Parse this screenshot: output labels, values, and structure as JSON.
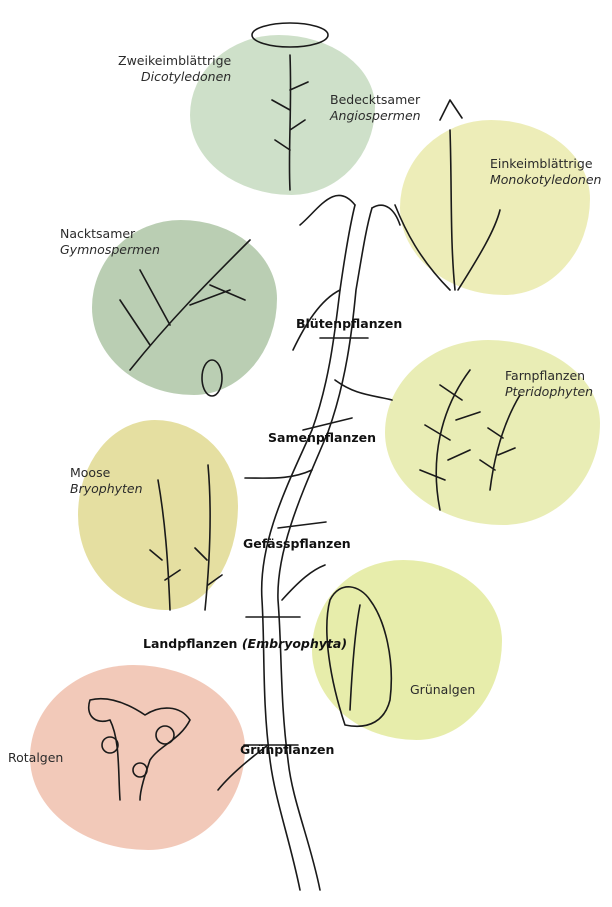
{
  "colors": {
    "sage": "#b7cfae",
    "olive": "#d9df8a",
    "yellow": "#e8e392",
    "rose": "#efb9a6",
    "ink": "#1a1a1a"
  },
  "groups": {
    "dicots": {
      "common": "Zweikeimblättrige",
      "latin": "Dicotyledonen"
    },
    "angio": {
      "common": "Bedecktsamer",
      "latin": "Angiospermen"
    },
    "monocots": {
      "common": "Einkeimblättrige",
      "latin": "Monokotyledonen"
    },
    "gymno": {
      "common": "Nacktsamer",
      "latin": "Gymnospermen"
    },
    "ferns": {
      "common": "Farnpflanzen",
      "latin": "Pteridophyten"
    },
    "mosses": {
      "common": "Moose",
      "latin": "Bryophyten"
    },
    "greenalgae": {
      "common": "Grünalgen"
    },
    "redalgae": {
      "common": "Rotalgen"
    }
  },
  "nodes": {
    "flowering": "Blütenpflanzen",
    "seed": "Samenpflanzen",
    "vascular": "Gefässpflanzen",
    "land": "Landpflanzen",
    "land_latin": "(Embryophyta)",
    "green": "Grünpflanzen"
  }
}
